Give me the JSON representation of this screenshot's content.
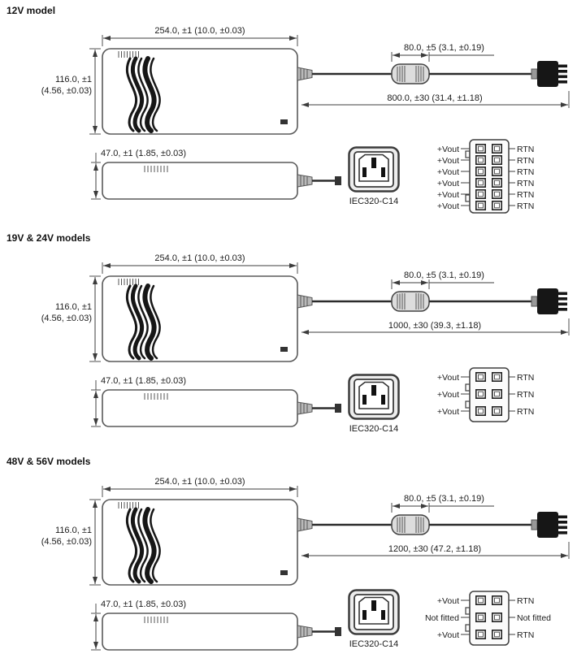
{
  "sections": [
    {
      "title": "12V model",
      "dims": {
        "width": "254.0, ±1 (10.0, ±0.03)",
        "height_line1": "116.0, ±1",
        "height_line2": "(4.56, ±0.03)",
        "depth": "47.0, ±1 (1.85, ±0.03)",
        "ferrite": "80.0, ±5 (3.1, ±0.19)",
        "cable": "800.0, ±30 (31.4, ±1.18)"
      },
      "inlet_label": "IEC320-C14",
      "pins_left": [
        "+Vout",
        "+Vout",
        "+Vout",
        "+Vout",
        "+Vout",
        "+Vout"
      ],
      "pins_right": [
        "RTN",
        "RTN",
        "RTN",
        "RTN",
        "RTN",
        "RTN"
      ]
    },
    {
      "title": "19V & 24V models",
      "dims": {
        "width": "254.0, ±1 (10.0, ±0.03)",
        "height_line1": "116.0, ±1",
        "height_line2": "(4.56, ±0.03)",
        "depth": "47.0, ±1 (1.85, ±0.03)",
        "ferrite": "80.0, ±5 (3.1, ±0.19)",
        "cable": "1000, ±30 (39.3, ±1.18)"
      },
      "inlet_label": "IEC320-C14",
      "pins_left": [
        "+Vout",
        "+Vout",
        "+Vout"
      ],
      "pins_right": [
        "RTN",
        "RTN",
        "RTN"
      ]
    },
    {
      "title": "48V & 56V models",
      "dims": {
        "width": "254.0, ±1 (10.0, ±0.03)",
        "height_line1": "116.0, ±1",
        "height_line2": "(4.56, ±0.03)",
        "depth": "47.0, ±1 (1.85, ±0.03)",
        "ferrite": "80.0, ±5 (3.1, ±0.19)",
        "cable": "1200, ±30 (47.2, ±1.18)"
      },
      "inlet_label": "IEC320-C14",
      "pins_left": [
        "+Vout",
        "Not fitted",
        "+Vout"
      ],
      "pins_right": [
        "RTN",
        "Not fitted",
        "RTN"
      ]
    }
  ]
}
